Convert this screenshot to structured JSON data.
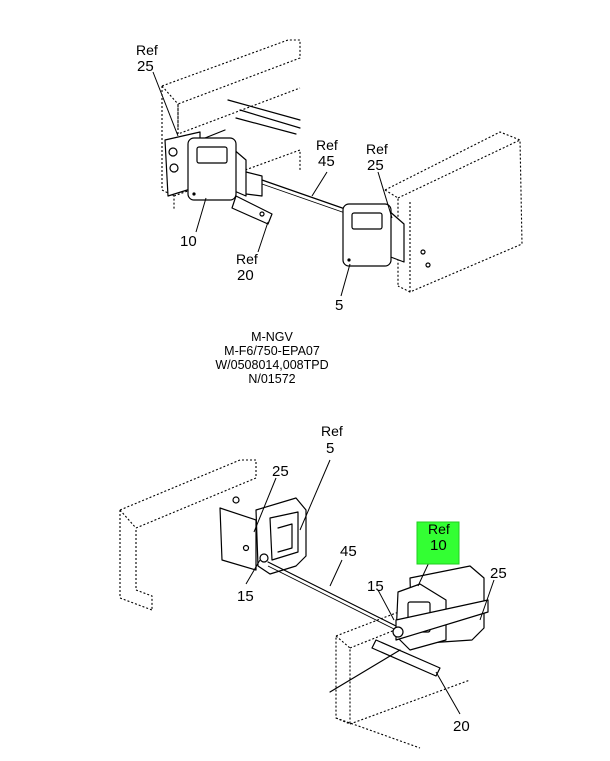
{
  "top_view": {
    "callouts": {
      "ref_25_left": {
        "ref": "Ref",
        "num": "25"
      },
      "ref_45": {
        "ref": "Ref",
        "num": "45"
      },
      "ref_25_right": {
        "ref": "Ref",
        "num": "25"
      },
      "item_10": "10",
      "ref_20": {
        "ref": "Ref",
        "num": "20"
      },
      "item_5": "5"
    }
  },
  "note": {
    "lines": [
      "M-NGV",
      "M-F6/750-EPA07",
      "W/0508014,008TPD",
      "N/01572"
    ]
  },
  "bottom_view": {
    "callouts": {
      "ref_5": {
        "ref": "Ref",
        "num": "5"
      },
      "item_25_left": "25",
      "item_15_left": "15",
      "item_45": "45",
      "ref_10_highlighted": {
        "ref": "Ref",
        "num": "10"
      },
      "item_15_right": "15",
      "item_25_right": "25",
      "item_20": "20"
    },
    "highlight_color": "#33ff33"
  }
}
